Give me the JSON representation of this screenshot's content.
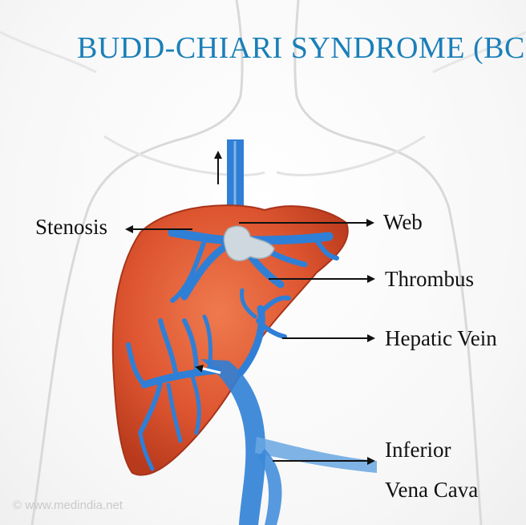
{
  "title": "BUDD-CHIARI SYNDROME (BCS)",
  "labels": {
    "stenosis": "Stenosis",
    "web": "Web",
    "thrombus": "Thrombus",
    "hepatic_vein": "Hepatic Vein",
    "inferior": "Inferior",
    "vena_cava": "Vena Cava"
  },
  "watermark": "© www.medindia.net",
  "colors": {
    "title": "#1a7fb8",
    "liver": "#dd5530",
    "vein": "#2f7fd6",
    "thrombus": "#cfd8de"
  }
}
